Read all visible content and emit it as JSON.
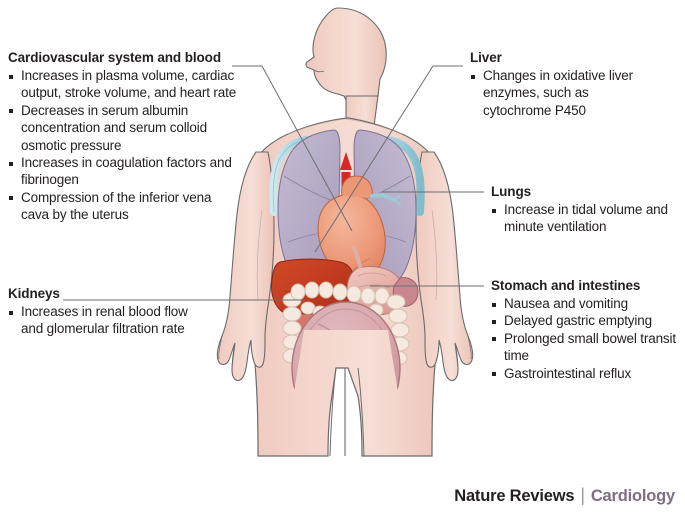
{
  "diagram": {
    "subject": "pregnant-woman-physiological-changes",
    "colors": {
      "skin": "#f1cfc4",
      "skin_dark": "#e6bdb1",
      "outline": "#6b6b6b",
      "lung": "#b7adc7",
      "heart": "#ec9878",
      "liver": "#c23b21",
      "stomach": "#e9b6ae",
      "intestine": "#f4e6dc",
      "uterus": "#d9a7ad",
      "fetus": "#e3b3b3",
      "vessel_blue": "#a8d4e0",
      "aorta_red": "#d8262a",
      "text": "#231f20",
      "leader": "#6d6e71",
      "brand_accent": "#7f6e86"
    }
  },
  "labels": {
    "cardiovascular": {
      "title": "Cardiovascular system and blood",
      "bullets": [
        "Increases in plasma volume, cardiac output, stroke volume, and heart rate",
        "Decreases in serum albumin concentration and serum colloid osmotic pressure",
        "Increases in coagulation factors and fibrinogen",
        "Compression of the inferior vena cava by the  uterus"
      ]
    },
    "kidneys": {
      "title": "Kidneys",
      "bullets": [
        "Increases in renal blood flow and glomerular filtration rate"
      ]
    },
    "liver": {
      "title": "Liver",
      "bullets": [
        "Changes in oxidative liver enzymes, such as cytochrome P450"
      ]
    },
    "lungs": {
      "title": "Lungs",
      "bullets": [
        "Increase in tidal volume and minute ventilation"
      ]
    },
    "stomach": {
      "title": "Stomach and intestines",
      "bullets": [
        "Nausea and vomiting",
        "Delayed gastric emptying",
        "Prolonged small bowel transit time",
        "Gastrointestinal reflux"
      ]
    }
  },
  "footer": {
    "journal": "Nature Reviews",
    "separator": "|",
    "section": "Cardiology"
  }
}
